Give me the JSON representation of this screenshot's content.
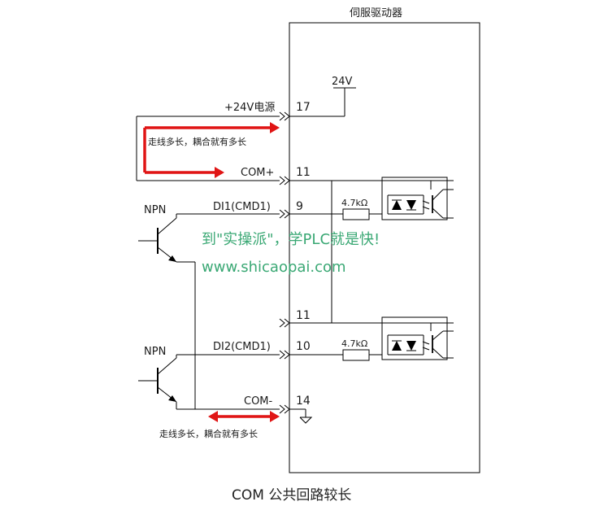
{
  "servo_title": "伺服驱动器",
  "supply_label": "24V",
  "inputs": {
    "plus24v": "+24V电源",
    "com_plus": "COM+",
    "di1": "DI1(CMD1)",
    "di2": "DI2(CMD1)",
    "com_minus": "COM-"
  },
  "pins": {
    "p17": "17",
    "p11a": "11",
    "p9": "9",
    "p11b": "11",
    "p10": "10",
    "p14": "14"
  },
  "resistors": {
    "r1": "4.7kΩ",
    "r2": "4.7kΩ"
  },
  "transistors": {
    "t1": "NPN",
    "t2": "NPN"
  },
  "notes": {
    "top": "走线多长，耦合就有多长",
    "bottom": "走线多长，耦合就有多长"
  },
  "watermark": {
    "line1": "到\"实操派\"，学PLC就是快!",
    "line2": "www.shicaopai.com"
  },
  "caption": "COM 公共回路较长",
  "colors": {
    "wire": "#000000",
    "highlight": "#e01515",
    "watermark": "#3aa874"
  }
}
